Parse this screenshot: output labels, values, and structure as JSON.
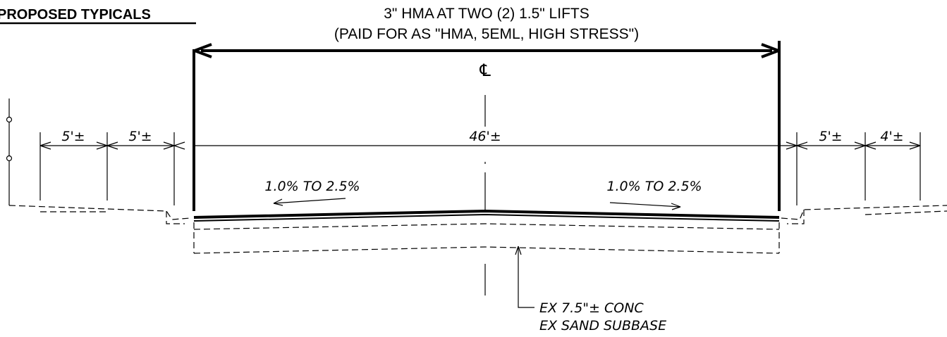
{
  "header": {
    "section_title": "PROPOSED TYPICALS",
    "note_line1": "3\" HMA AT TWO (2) 1.5\" LIFTS",
    "note_line2": "(PAID FOR AS \"HMA, 5EML, HIGH STRESS\")"
  },
  "centerline_symbol": "℄",
  "dimensions": {
    "left_outer": "5'±",
    "left_inner": "5'±",
    "pavement": "46'±",
    "right_inner": "5'±",
    "right_outer": "4'±"
  },
  "slopes": {
    "left": "1.0% TO 2.5%",
    "right": "1.0% TO 2.5%"
  },
  "callout": {
    "line1": "EX 7.5\"± CONC",
    "line2": "EX SAND SUBBASE"
  }
}
